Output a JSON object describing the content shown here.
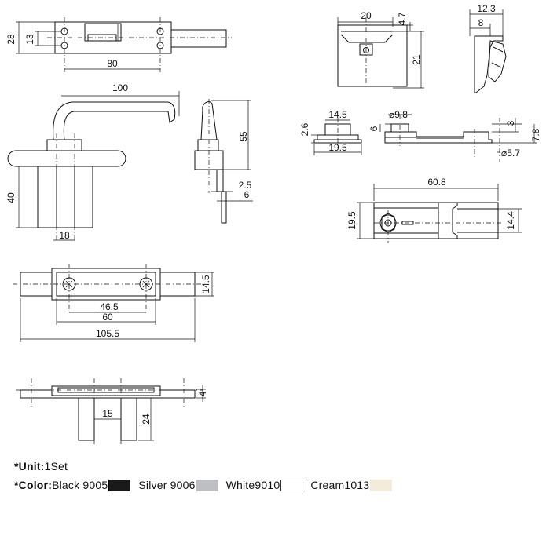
{
  "dims": {
    "top_left_h": "28",
    "top_left_h2": "13",
    "top_left_w": "80",
    "handle_len": "100",
    "base_h": "40",
    "base_w": "18",
    "side_h": "55",
    "side_t1": "2.5",
    "side_t2": "6",
    "plate_a": "46.5",
    "plate_b": "60",
    "plate_c": "105.5",
    "plate_h": "14.5",
    "bottom_t": "4",
    "bottom_a": "15",
    "bottom_b": "24",
    "cup_w": "20",
    "cup_t": "4.7",
    "cup_h": "21",
    "clip_w": "12.3",
    "clip_w2": "8",
    "keeper_w": "14.5",
    "keeper_h": "2.6",
    "keeper_b": "19.5",
    "pin_d": "9.8",
    "pin_h": "6",
    "rail_a": "3",
    "rail_b": "7.8",
    "hole_d": "5.7",
    "latch_len": "60.8",
    "latch_h": "19.5",
    "latch_h2": "14.4"
  },
  "footer": {
    "unit_label": "*Unit:",
    "unit_value": "1Set",
    "color_label": "*Color:",
    "colors": [
      {
        "name": "Black 9005",
        "hex": "#1a1a1a"
      },
      {
        "name": "Silver 9006",
        "hex": "#bdbfc3"
      },
      {
        "name": "White9010",
        "hex": "#ffffff"
      },
      {
        "name": "Cream1013",
        "hex": "#f3ecd9"
      }
    ]
  }
}
